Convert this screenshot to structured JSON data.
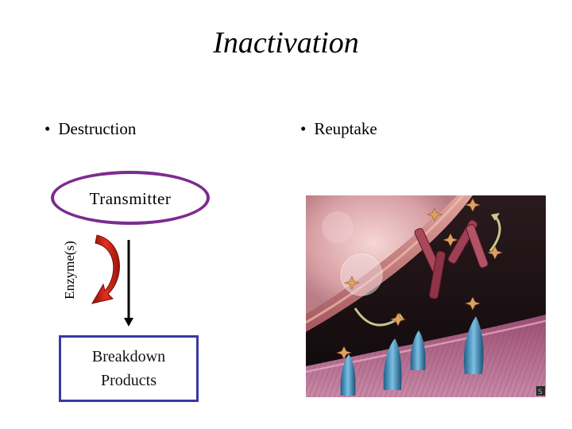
{
  "slide": {
    "title": "Inactivation",
    "bullets": {
      "left": "Destruction",
      "right": "Reuptake",
      "marker": "•"
    }
  },
  "diagram": {
    "transmitter": "Transmitter",
    "enzyme": "Enzyme(s)",
    "products_line1": "Breakdown",
    "products_line2": "Products",
    "colors": {
      "ellipse": "#7b2c8e",
      "box": "#3a38a0",
      "enzyme_arrow": "#d8261b"
    }
  },
  "image": {
    "corner_glyph": "S"
  }
}
